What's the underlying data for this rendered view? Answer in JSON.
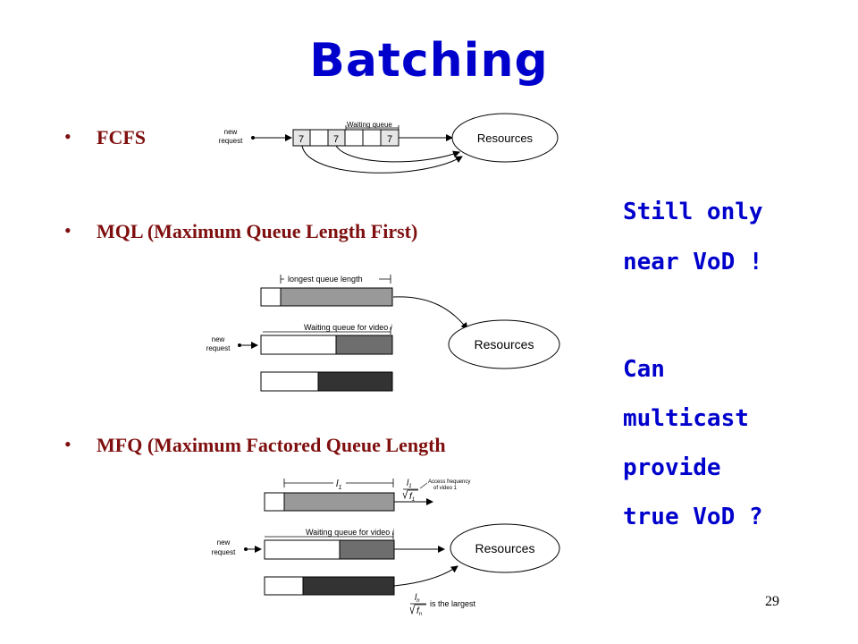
{
  "title": "Batching",
  "bullets": {
    "fcfs": "FCFS",
    "mql": "MQL (Maximum Queue Length First)",
    "mfq": "MFQ (Maximum Factored Queue Length"
  },
  "side_text": {
    "line1": "Still only",
    "line2": "near VoD !",
    "line3": "Can",
    "line4": "multicast",
    "line5": "provide",
    "line6": "true VoD ?"
  },
  "page_number": "29",
  "fcfs_diagram": {
    "new_request_1": "new",
    "new_request_2": "request",
    "waiting_queue": "Waiting queue",
    "resources": "Resources",
    "cell_1": "7",
    "cell_2": "7",
    "cell_3": "7"
  },
  "mql_diagram": {
    "longest_queue": "longest queue length",
    "waiting_queue_prefix": "Waiting queue for video",
    "waiting_queue_var": "i",
    "new_request_1": "new",
    "new_request_2": "request",
    "resources": "Resources"
  },
  "mfq_diagram": {
    "l_label": "l",
    "l_sub": "1",
    "frac_num": "l",
    "frac_num_sub": "1",
    "frac_den": "f",
    "frac_den_sub": "1",
    "access_1": "Access frequency",
    "access_2": "of video 1",
    "waiting_queue_prefix": "Waiting queue for video",
    "waiting_queue_var": "i",
    "new_request_1": "new",
    "new_request_2": "request",
    "resources": "Resources",
    "largest_num": "l",
    "largest_num_sub": "n",
    "largest_den": "f",
    "largest_den_sub": "n",
    "largest_text": "is the largest"
  },
  "colors": {
    "title": "#0000cc",
    "bullet": "#7f0f0f",
    "side": "#0000cc"
  }
}
